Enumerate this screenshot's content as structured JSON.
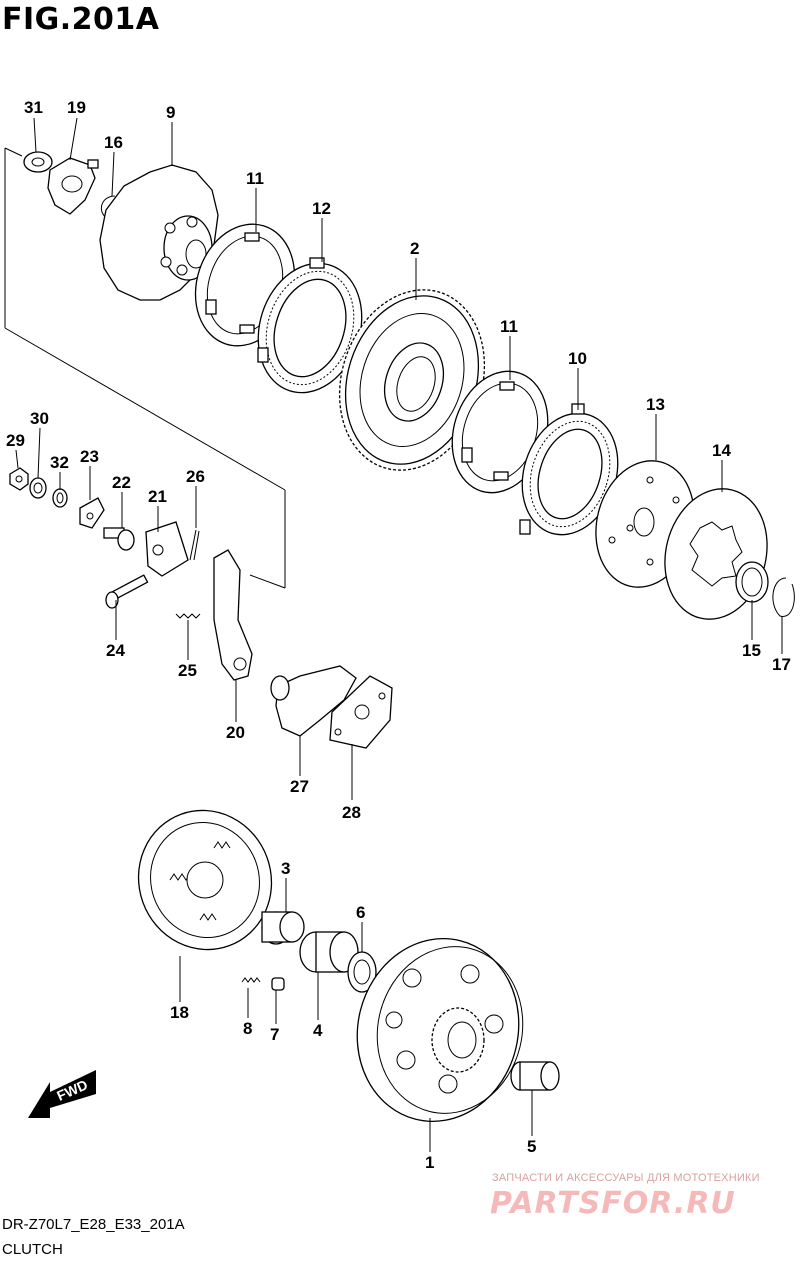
{
  "figure": {
    "title": "FIG.201A",
    "model_code": "DR-Z70L7_E28_E33_201A",
    "section_name": "CLUTCH"
  },
  "fwd_label": "FWD",
  "callouts": [
    "1",
    "2",
    "3",
    "4",
    "5",
    "6",
    "7",
    "8",
    "9",
    "10",
    "11",
    "11",
    "12",
    "13",
    "14",
    "15",
    "16",
    "17",
    "18",
    "19",
    "20",
    "21",
    "22",
    "23",
    "24",
    "25",
    "26",
    "27",
    "28",
    "29",
    "30",
    "31",
    "32"
  ],
  "watermark": {
    "tagline": "ЗАПЧАСТИ И АКСЕССУАРЫ ДЛЯ МОТОТЕХНИКИ",
    "brand": "PARTSFOR.RU",
    "color": "#f08080"
  }
}
